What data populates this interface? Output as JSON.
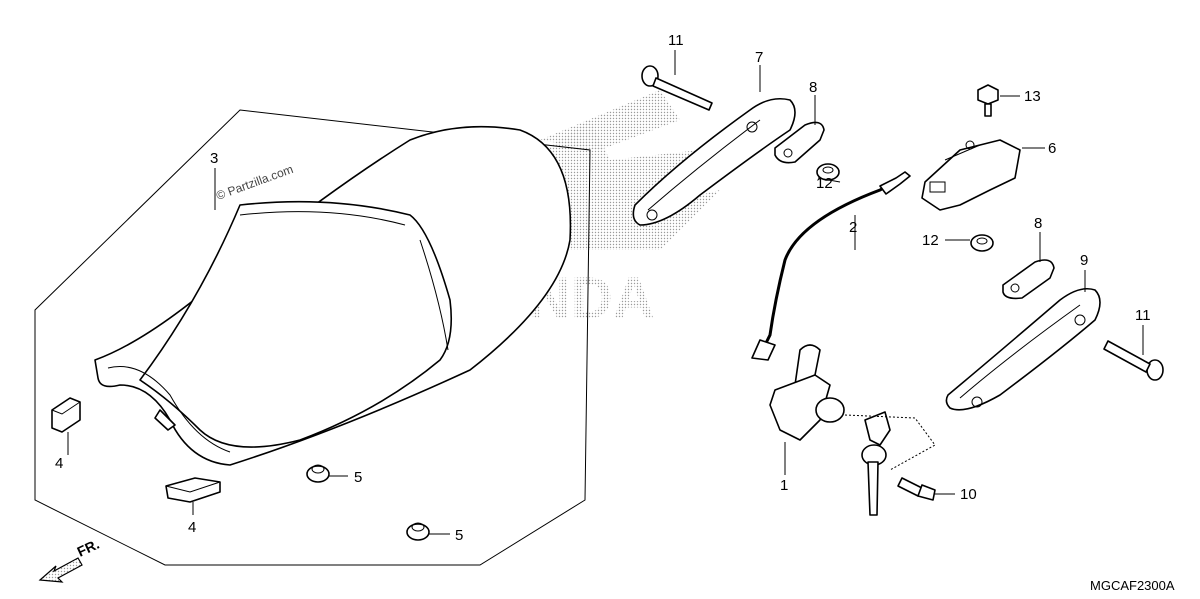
{
  "diagram": {
    "drawing_code": "MGCAF2300A",
    "watermark": "© Partzilla.com",
    "brand_watermark": "HONDA",
    "front_arrow_label": "FR.",
    "callouts": {
      "c1": "1",
      "c2": "2",
      "c3": "3",
      "c4a": "4",
      "c4b": "4",
      "c5a": "5",
      "c5b": "5",
      "c6": "6",
      "c7": "7",
      "c8a": "8",
      "c8b": "8",
      "c9": "9",
      "c10": "10",
      "c11a": "11",
      "c11b": "11",
      "c12a": "12",
      "c12b": "12",
      "c13": "13"
    }
  }
}
